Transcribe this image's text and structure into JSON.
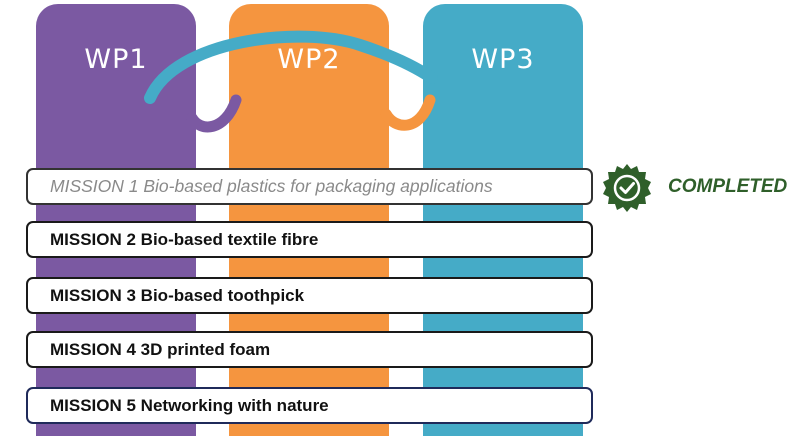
{
  "work_packages": [
    {
      "label": "WP1",
      "color": "#7b59a2"
    },
    {
      "label": "WP2",
      "color": "#f5953f"
    },
    {
      "label": "WP3",
      "color": "#45abc7"
    }
  ],
  "missions": [
    {
      "label": "MISSION 1 Bio-based plastics for packaging applications",
      "status": "completed"
    },
    {
      "label": "MISSION 2 Bio-based textile fibre"
    },
    {
      "label": "MISSION 3 Bio-based toothpick"
    },
    {
      "label": "MISSION 4 3D printed foam"
    },
    {
      "label": "MISSION 5 Networking with nature"
    }
  ],
  "status_badge": {
    "text": "COMPLETED",
    "icon": "check-badge-icon",
    "color": "#2f5f2a"
  }
}
